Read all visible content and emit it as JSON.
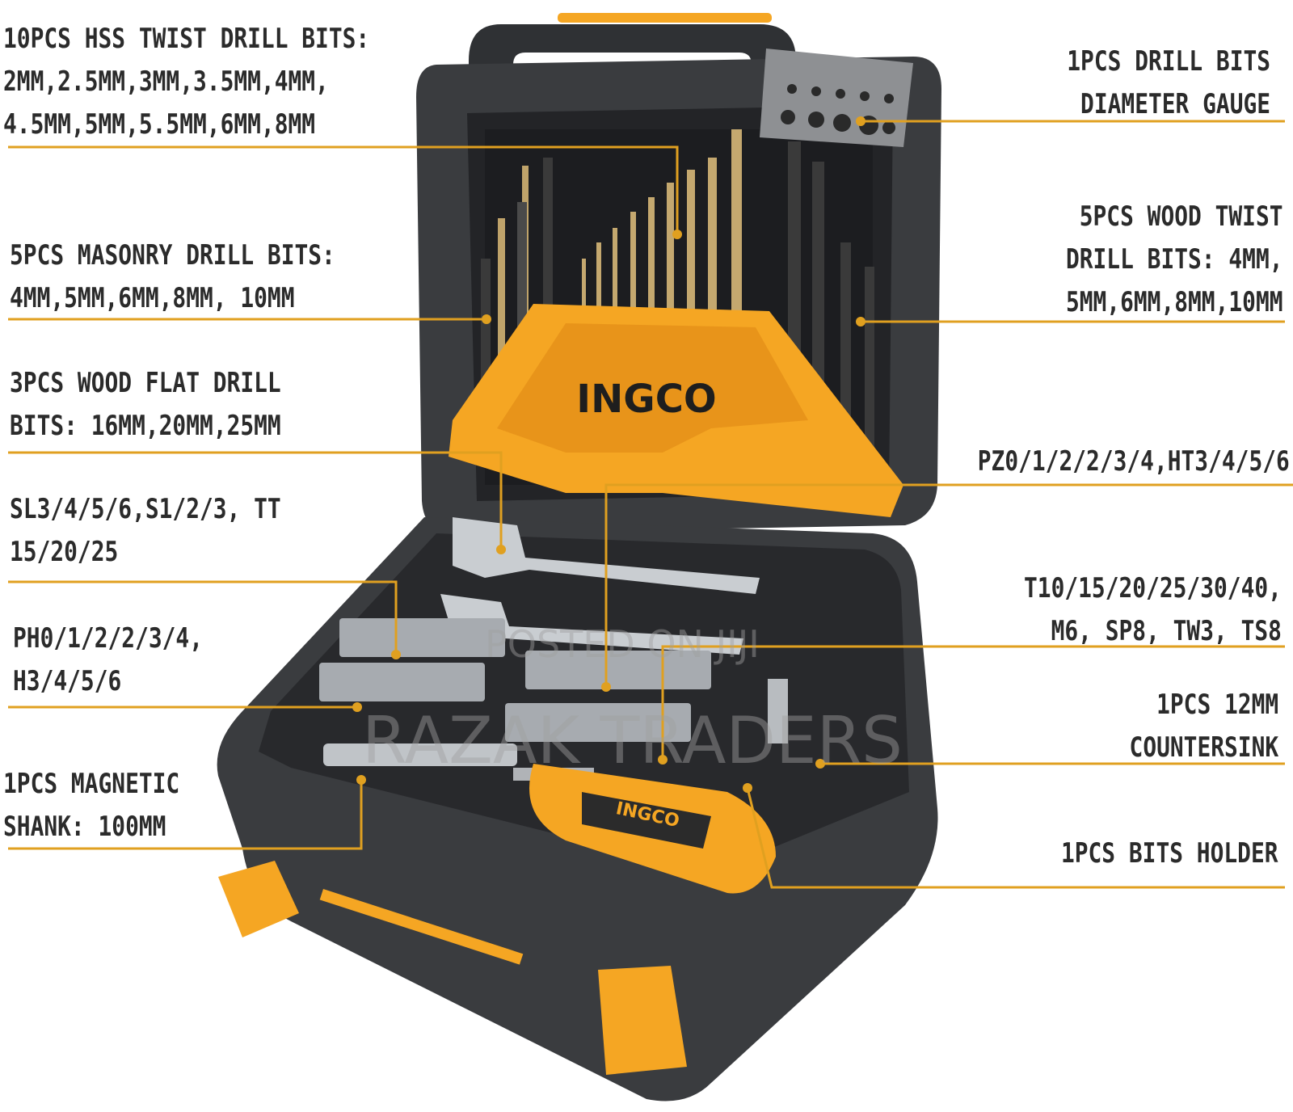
{
  "brand": {
    "logo_text": "INGCO",
    "handle_logo_text": "INGCO"
  },
  "colors": {
    "accent_orange": "#f5a623",
    "case_dark": "#3a3c3f",
    "case_darker": "#232427",
    "leader_line": "#e0a020",
    "label_text": "#2b2b2b"
  },
  "watermark": {
    "line1": "POSTED ON JIJI",
    "line2": "RAZAK TRADERS"
  },
  "labels": {
    "hss": [
      "10PCS HSS TWIST DRILL BITS:",
      "2MM,2.5MM,3MM,3.5MM,4MM,",
      "4.5MM,5MM,5.5MM,6MM,8MM"
    ],
    "masonry": [
      "5PCS MASONRY DRILL BITS:",
      "4MM,5MM,6MM,8MM, 10MM"
    ],
    "flat": [
      "3PCS WOOD FLAT DRILL",
      "BITS: 16MM,20MM,25MM"
    ],
    "slotted": [
      "SL3/4/5/6,S1/2/3, TT",
      "15/20/25"
    ],
    "phillips": [
      "PH0/1/2/2/3/4,",
      "H3/4/5/6"
    ],
    "shank": [
      "1PCS MAGNETIC",
      "SHANK: 100MM"
    ],
    "gauge": [
      "1PCS DRILL BITS",
      "DIAMETER GAUGE"
    ],
    "wood_twist": [
      "5PCS WOOD TWIST",
      "DRILL BITS: 4MM,",
      "5MM,6MM,8MM,10MM"
    ],
    "pozi": [
      "PZ0/1/2/2/3/4,HT3/4/5/6"
    ],
    "torx": [
      "T10/15/20/25/30/40,",
      "M6, SP8, TW3, TS8"
    ],
    "countersink": [
      "1PCS 12MM",
      "COUNTERSINK"
    ],
    "bits_holder": [
      "1PCS BITS HOLDER"
    ]
  }
}
